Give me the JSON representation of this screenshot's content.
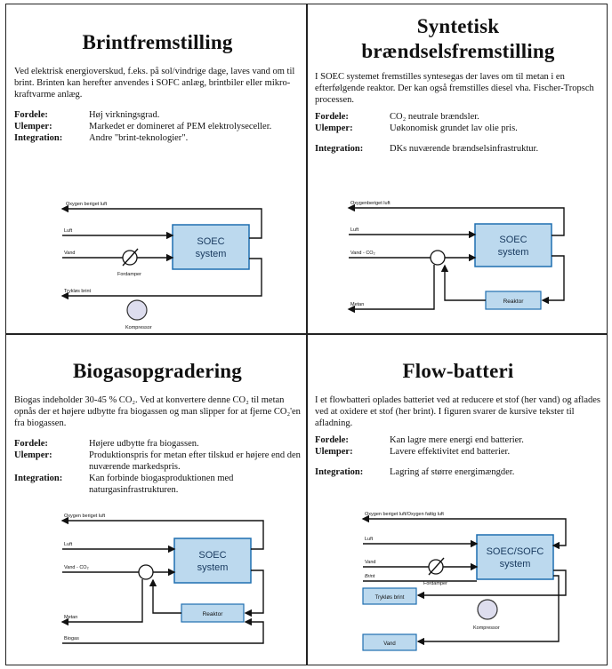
{
  "panels": [
    {
      "title": "Brintfremstilling",
      "body": "Ved elektrisk energioverskud, f.eks. på sol/vindrige dage, laves vand om til brint. Brinten kan herefter anvendes i SOFC anlæg, brintbiler eller mikro-kraftvarme anlæg.",
      "rows": [
        {
          "label": "Fordele:",
          "value": "Høj virkningsgrad."
        },
        {
          "label": "Ulemper:",
          "value": "Markedet er domineret af PEM elektrolyseceller."
        },
        {
          "label": "Integration:",
          "value": "Andre \"brint-teknologier\"."
        }
      ],
      "diagram": {
        "box": [
          "SOEC",
          "system"
        ],
        "labels": {
          "oxygen": "Oxygen beriget luft",
          "luft": "Luft",
          "vand": "Vand",
          "fordamper": "Fordamper",
          "brint": "Trykløs brint",
          "kompressor": "Kompressor"
        }
      }
    },
    {
      "title_line1": "Syntetisk",
      "title_line2": "brændselsfremstilling",
      "body": "I SOEC systemet fremstilles syntesegas der laves om til metan i en efterfølgende reaktor. Der kan også fremstilles diesel vha. Fischer-Tropsch processen.",
      "rows": [
        {
          "label": "Fordele:",
          "value": "CO₂ neutrale brændsler."
        },
        {
          "label": "Ulemper:",
          "value": "Uøkonomisk grundet lav olie pris."
        },
        {
          "label": "Integration:",
          "value": "DKs nuværende brændselsinfrastruktur."
        }
      ],
      "diagram": {
        "box": [
          "SOEC",
          "system"
        ],
        "labels": {
          "oxygen": "Oxygenberiget luft",
          "luft": "Luft",
          "vand": "Vand - CO₂",
          "metan": "Metan",
          "reaktor": "Reaktor"
        }
      }
    },
    {
      "title": "Biogasopgradering",
      "body": "Biogas indeholder 30-45 % CO₂. Ved at konvertere denne CO₂ til metan opnås der et højere udbytte fra biogassen og man slipper for at fjerne CO₂'en fra biogassen.",
      "rows": [
        {
          "label": "Fordele:",
          "value": "Højere udbytte fra biogassen."
        },
        {
          "label": "Ulemper:",
          "value": "Produktionspris for metan efter tilskud er højere end den nuværende markedspris."
        },
        {
          "label": "Integration:",
          "value": "Kan forbinde biogasproduktionen med naturgasinfrastrukturen."
        }
      ],
      "diagram": {
        "box": [
          "SOEC",
          "system"
        ],
        "labels": {
          "oxygen": "Oxygen beriget luft",
          "luft": "Luft",
          "vand": "Vand - CO₂",
          "metan": "Metan",
          "reaktor": "Reaktor",
          "biogas": "Biogas"
        }
      }
    },
    {
      "title": "Flow-batteri",
      "body": "I et flowbatteri oplades batteriet ved at reducere et stof (her vand) og aflades ved at oxidere et stof (her brint). I figuren svarer de kursive tekster til afladning.",
      "rows": [
        {
          "label": "Fordele:",
          "value": "Kan lagre mere energi end batterier."
        },
        {
          "label": "Ulemper:",
          "value": "Lavere effektivitet end batterier."
        },
        {
          "label": "Integration:",
          "value": "Lagring af større energimængder."
        }
      ],
      "diagram": {
        "box": [
          "SOEC/SOFC",
          "system"
        ],
        "labels": {
          "oxygen": "Oxygen beriget luft/Oxygen fattig luft",
          "luft": "Luft",
          "vand": "Vand",
          "brint_italic": "Brint",
          "fordamper": "Fordamper",
          "brint_tank": "Trykløs brint",
          "kompressor": "Kompressor",
          "vand_tank": "Vand"
        }
      }
    }
  ]
}
